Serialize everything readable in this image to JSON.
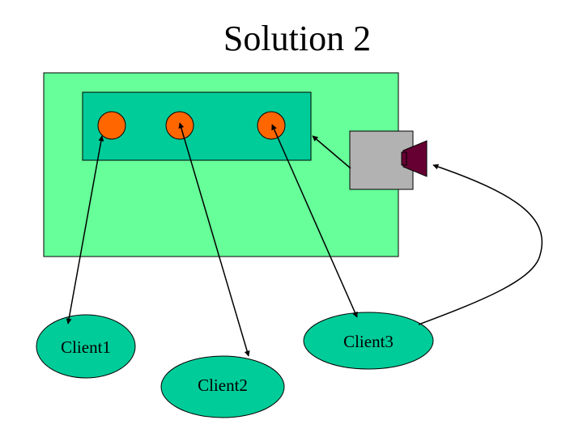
{
  "title": "Solution 2",
  "clients": [
    {
      "label": "Client1"
    },
    {
      "label": "Client2"
    },
    {
      "label": "Client3"
    }
  ],
  "colors": {
    "outer_box": "#66ff99",
    "inner_box": "#00cc99",
    "port_circle": "#ff6600",
    "client_ellipse": "#00cc99",
    "gray_box": "#b2b2b2",
    "speaker": "#660033",
    "stroke": "#000000"
  },
  "icons": {
    "speaker": "speaker-icon"
  }
}
